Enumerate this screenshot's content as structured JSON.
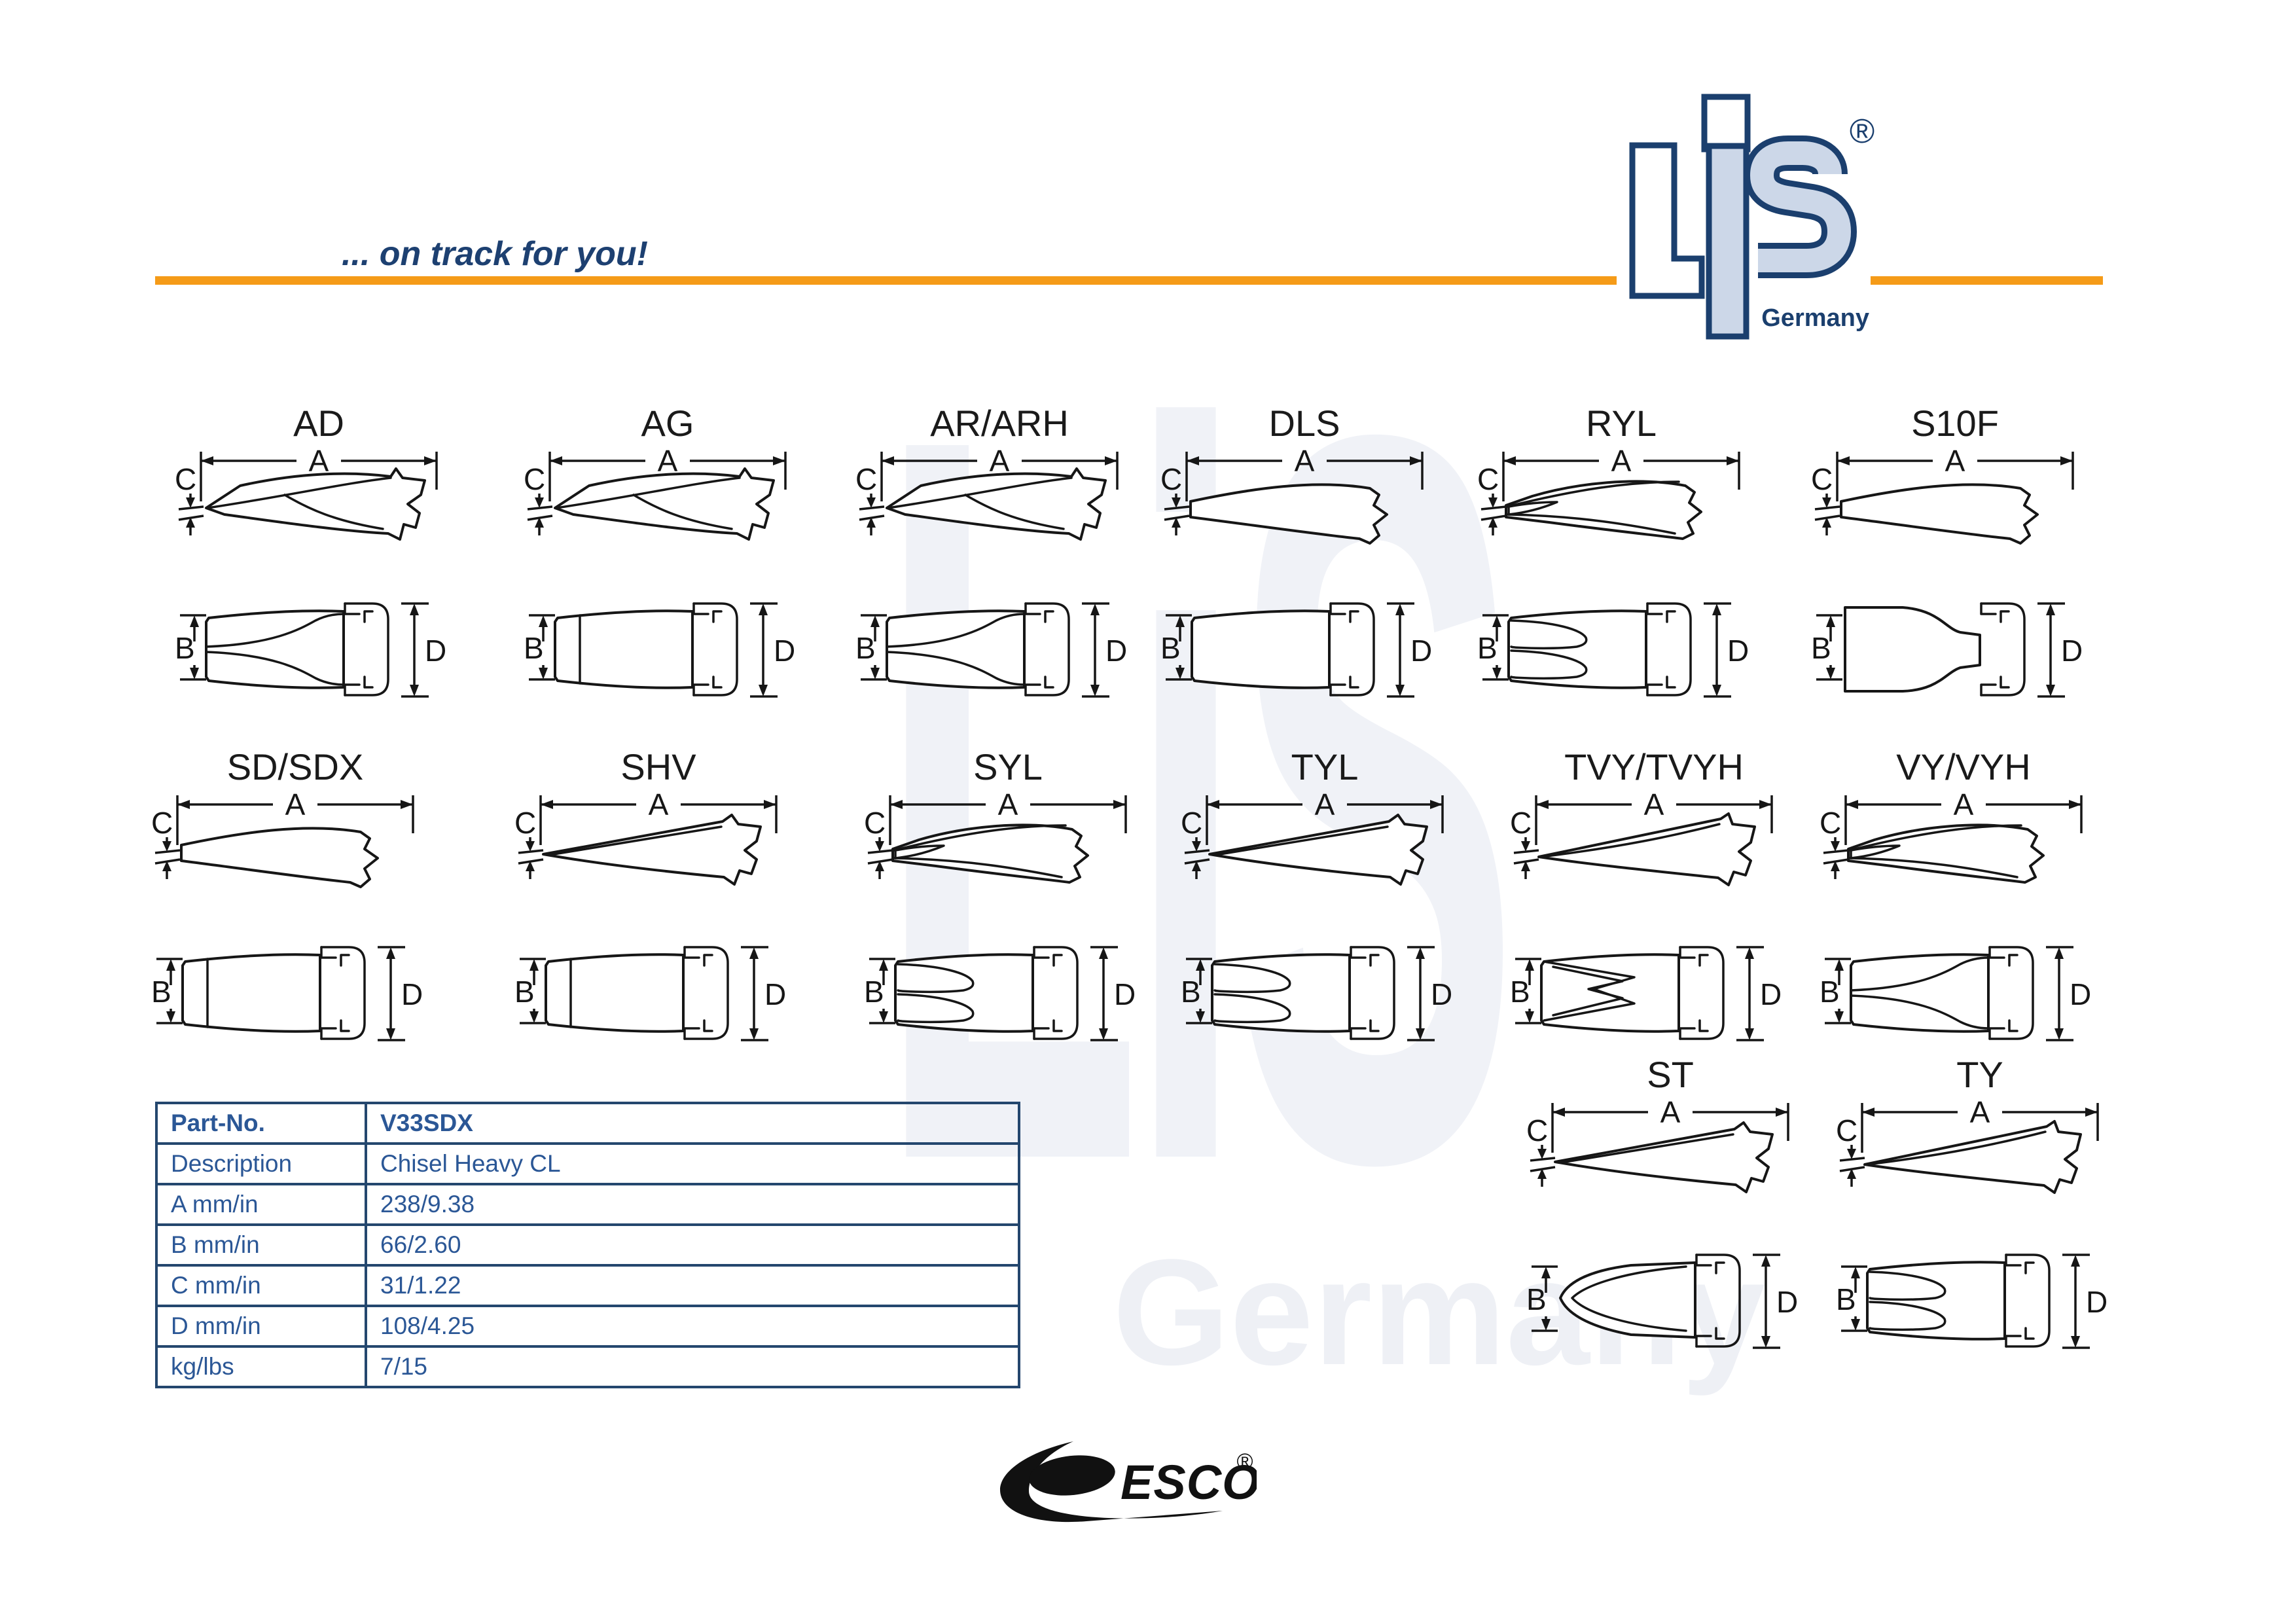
{
  "page": {
    "tagline": "... on track for you!"
  },
  "brand": {
    "name": "LiS",
    "registered": "®",
    "country": "Germany"
  },
  "watermark": {
    "text": "LiS",
    "subtext": "Germany"
  },
  "diagrams": {
    "dim_labels": {
      "a": "A",
      "b": "B",
      "c": "C",
      "d": "D"
    },
    "rows": [
      {
        "items": [
          {
            "label": "AD",
            "side": "wedge",
            "plan": "forkY"
          },
          {
            "label": "AG",
            "side": "wedge",
            "plan": "line"
          },
          {
            "label": "AR/ARH",
            "side": "wedge",
            "plan": "forkY"
          },
          {
            "label": "DLS",
            "side": "flare",
            "plan": "plain"
          },
          {
            "label": "RYL",
            "side": "fork",
            "plan": "twin"
          },
          {
            "label": "S10F",
            "side": "flare",
            "plan": "wide"
          }
        ]
      },
      {
        "items": [
          {
            "label": "SD/SDX",
            "side": "flare",
            "plan": "line"
          },
          {
            "label": "SHV",
            "side": "sharp",
            "plan": "line"
          },
          {
            "label": "SYL",
            "side": "fork",
            "plan": "twin"
          },
          {
            "label": "TYL",
            "side": "sharp",
            "plan": "twin"
          },
          {
            "label": "TVY/TVYH",
            "side": "spike",
            "plan": "wnotch"
          },
          {
            "label": "VY/VYH",
            "side": "fork",
            "plan": "forkY"
          }
        ]
      },
      {
        "items": [
          {
            "label": "ST",
            "side": "sharp",
            "plan": "point"
          },
          {
            "label": "TY",
            "side": "spike",
            "plan": "twin"
          }
        ]
      }
    ]
  },
  "table": {
    "rows": [
      {
        "key": "Part-No.",
        "value": "V33SDX"
      },
      {
        "key": "Description",
        "value": "Chisel Heavy CL"
      },
      {
        "key": "A mm/in",
        "value": "238/9.38"
      },
      {
        "key": "B mm/in",
        "value": "66/2.60"
      },
      {
        "key": "C mm/in",
        "value": "31/1.22"
      },
      {
        "key": "D mm/in",
        "value": "108/4.25"
      },
      {
        "key": "kg/lbs",
        "value": "7/15"
      }
    ]
  },
  "footer_logo": {
    "name": "ESCO",
    "registered": "®"
  },
  "colors": {
    "navy_border": "#24476e",
    "table_text": "#2b5796",
    "orange": "#F59B18",
    "logo_light_fill": "#ccd7e8",
    "logo_outline": "#1b3f6e",
    "drawing_ink": "#161616",
    "watermark_gray": "#f0f2f7"
  }
}
